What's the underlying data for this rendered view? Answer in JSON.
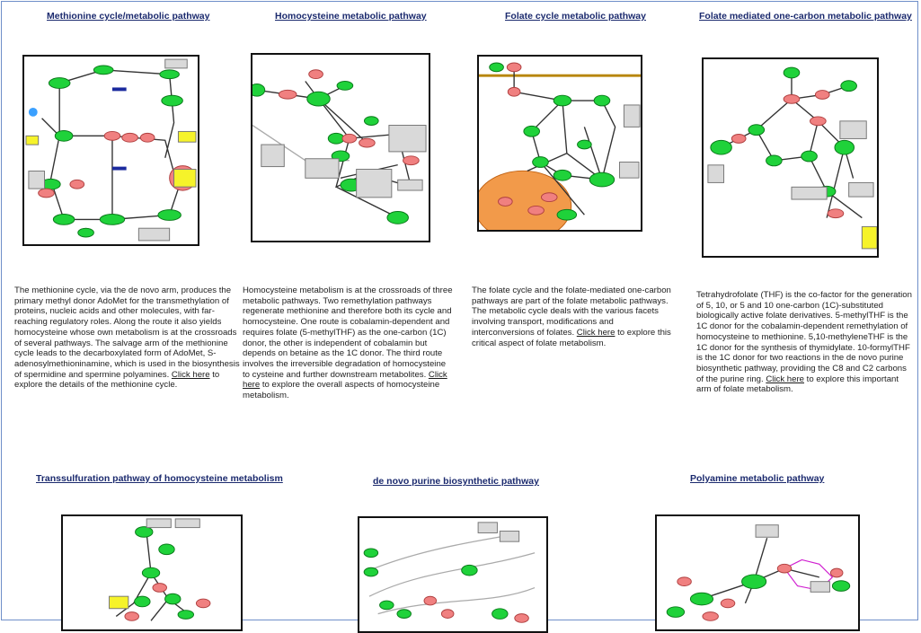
{
  "pathways": [
    {
      "title": "Methionine cycle/metabolic pathway",
      "text_before": "The methionine cycle, via the de novo arm, produces the primary methyl donor AdoMet for the transmethylation of proteins, nucleic acids and other molecules, with far-reaching regulatory roles. Along the route it also yields homocysteine whose own metabolism is at the crossroads of several pathways. The salvage arm of the methionine cycle leads to the decarboxylated form of AdoMet, S-adenosylmethioninamine, which is used in the biosynthesis of spermidine and spermine polyamines. ",
      "link_label": "Click here",
      "text_after": " to explore the details of the methionine cycle."
    },
    {
      "title": "Homocysteine metabolic pathway",
      "text_before": "Homocysteine metabolism is at the crossroads of three metabolic pathways. Two remethylation pathways regenerate methionine and therefore both its cycle and homocysteine. One route is cobalamin-dependent and requires folate (5-methylTHF) as the one-carbon (1C) donor, the other is independent of cobalamin but depends on betaine as the 1C donor. The third route involves the irreversible degradation of homocysteine to cysteine and further downstream metabolites. ",
      "link_label": "Click here",
      "text_after": " to explore the overall aspects of homocysteine metabolism."
    },
    {
      "title": "Folate cycle metabolic pathway",
      "text_before": "The folate cycle and the folate-mediated one-carbon pathways are part of the folate metabolic pathways. The metabolic cycle deals with the various facets involving transport, modifications and interconversions of folates. ",
      "link_label": "Click here",
      "text_after": " to explore this critical aspect of folate metabolism."
    },
    {
      "title": "Folate mediated one-carbon metabolic pathway",
      "text_before": "Tetrahydrofolate (THF) is the co-factor for the generation of 5, 10,  or 5 and 10 one-carbon (1C)-substituted biologically active folate derivatives. 5-methylTHF is the 1C donor for the cobalamin-dependent remethylation of homocysteine to methionine. 5,10-methyleneTHF is the 1C donor for the synthesis of thymidylate. 10-formylTHF is the 1C donor for two reactions in the de novo purine biosynthetic pathway, providing the C8 and C2 carbons of the purine ring. ",
      "link_label": "Click here",
      "text_after": " to explore this important arm of folate metabolism."
    }
  ],
  "bottom_pathways": [
    {
      "title": "Transsulfuration pathway of homocysteine metabolism"
    },
    {
      "title": "de novo purine biosynthetic pathway"
    },
    {
      "title": "Polyamine metabolic pathway"
    }
  ],
  "colors": {
    "title": "#1b2a6e",
    "node_green": "#1fd23a",
    "node_red": "#f08080",
    "note_gray": "#d9d9d9",
    "note_yellow": "#f6f32a",
    "mitochondrion": "#f29a4a",
    "border": "#6f8fc9"
  }
}
